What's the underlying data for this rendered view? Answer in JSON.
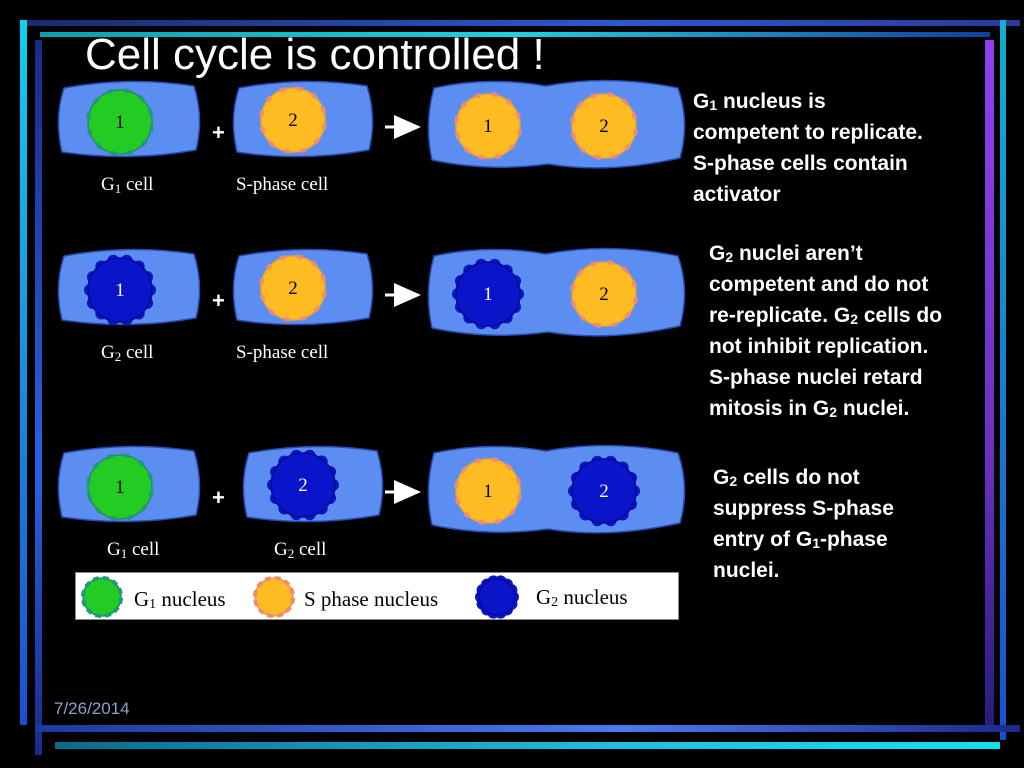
{
  "title": "Cell cycle is controlled !",
  "date": "7/26/2014",
  "colors": {
    "g1_nucleus": "#22cc22",
    "s_nucleus": "#ffbb22",
    "g2_nucleus": "#0a14c8",
    "cell_body": "#5b8ef0"
  },
  "rows": [
    {
      "left_nucleus": "1",
      "right_nucleus": "2",
      "plus": "+",
      "left_label_main": "G",
      "left_label_sub": "1",
      "left_label_rest": " cell",
      "right_label": "S-phase cell",
      "fused": [
        "1",
        "2"
      ],
      "desc_lines": [
        {
          "a": "G",
          "sub": "1",
          "b": " nucleus is"
        },
        {
          "a": "competent to replicate.",
          "sub": "",
          "b": ""
        },
        {
          "a": "S-phase cells contain",
          "sub": "",
          "b": ""
        },
        {
          "a": "activator",
          "sub": "",
          "b": ""
        }
      ]
    },
    {
      "left_nucleus": "1",
      "right_nucleus": "2",
      "plus": "+",
      "left_label_main": "G",
      "left_label_sub": "2",
      "left_label_rest": " cell",
      "right_label": "S-phase cell",
      "fused": [
        "1",
        "2"
      ],
      "desc_lines": [
        {
          "a": "G",
          "sub": "2",
          "b": " nuclei aren’t"
        },
        {
          "a": "competent and do not",
          "sub": "",
          "b": ""
        },
        {
          "a": "re-replicate. G",
          "sub": "2",
          "b": " cells do"
        },
        {
          "a": "not inhibit replication.",
          "sub": "",
          "b": ""
        },
        {
          "a": "S-phase nuclei retard",
          "sub": "",
          "b": ""
        },
        {
          "a": "mitosis in G",
          "sub": "2",
          "b": " nuclei."
        }
      ]
    },
    {
      "left_nucleus": "1",
      "right_nucleus": "2",
      "plus": "+",
      "left_label_main": "G",
      "left_label_sub": "1",
      "left_label_rest": " cell",
      "right_label_main": "G",
      "right_label_sub": "2",
      "right_label_rest": " cell",
      "fused": [
        "1",
        "2"
      ],
      "desc_lines": [
        {
          "a": "G",
          "sub": "2",
          "b": " cells do not"
        },
        {
          "a": "suppress S-phase",
          "sub": "",
          "b": ""
        },
        {
          "a": "entry of G",
          "sub": "1",
          "b": "-phase"
        },
        {
          "a": "nuclei.",
          "sub": "",
          "b": ""
        }
      ]
    }
  ],
  "legend": {
    "g1": {
      "main": "G",
      "sub": "1",
      "rest": " nucleus"
    },
    "s": {
      "text": "S phase nucleus"
    },
    "g2": {
      "main": "G",
      "sub": "2",
      "rest": " nucleus"
    }
  }
}
